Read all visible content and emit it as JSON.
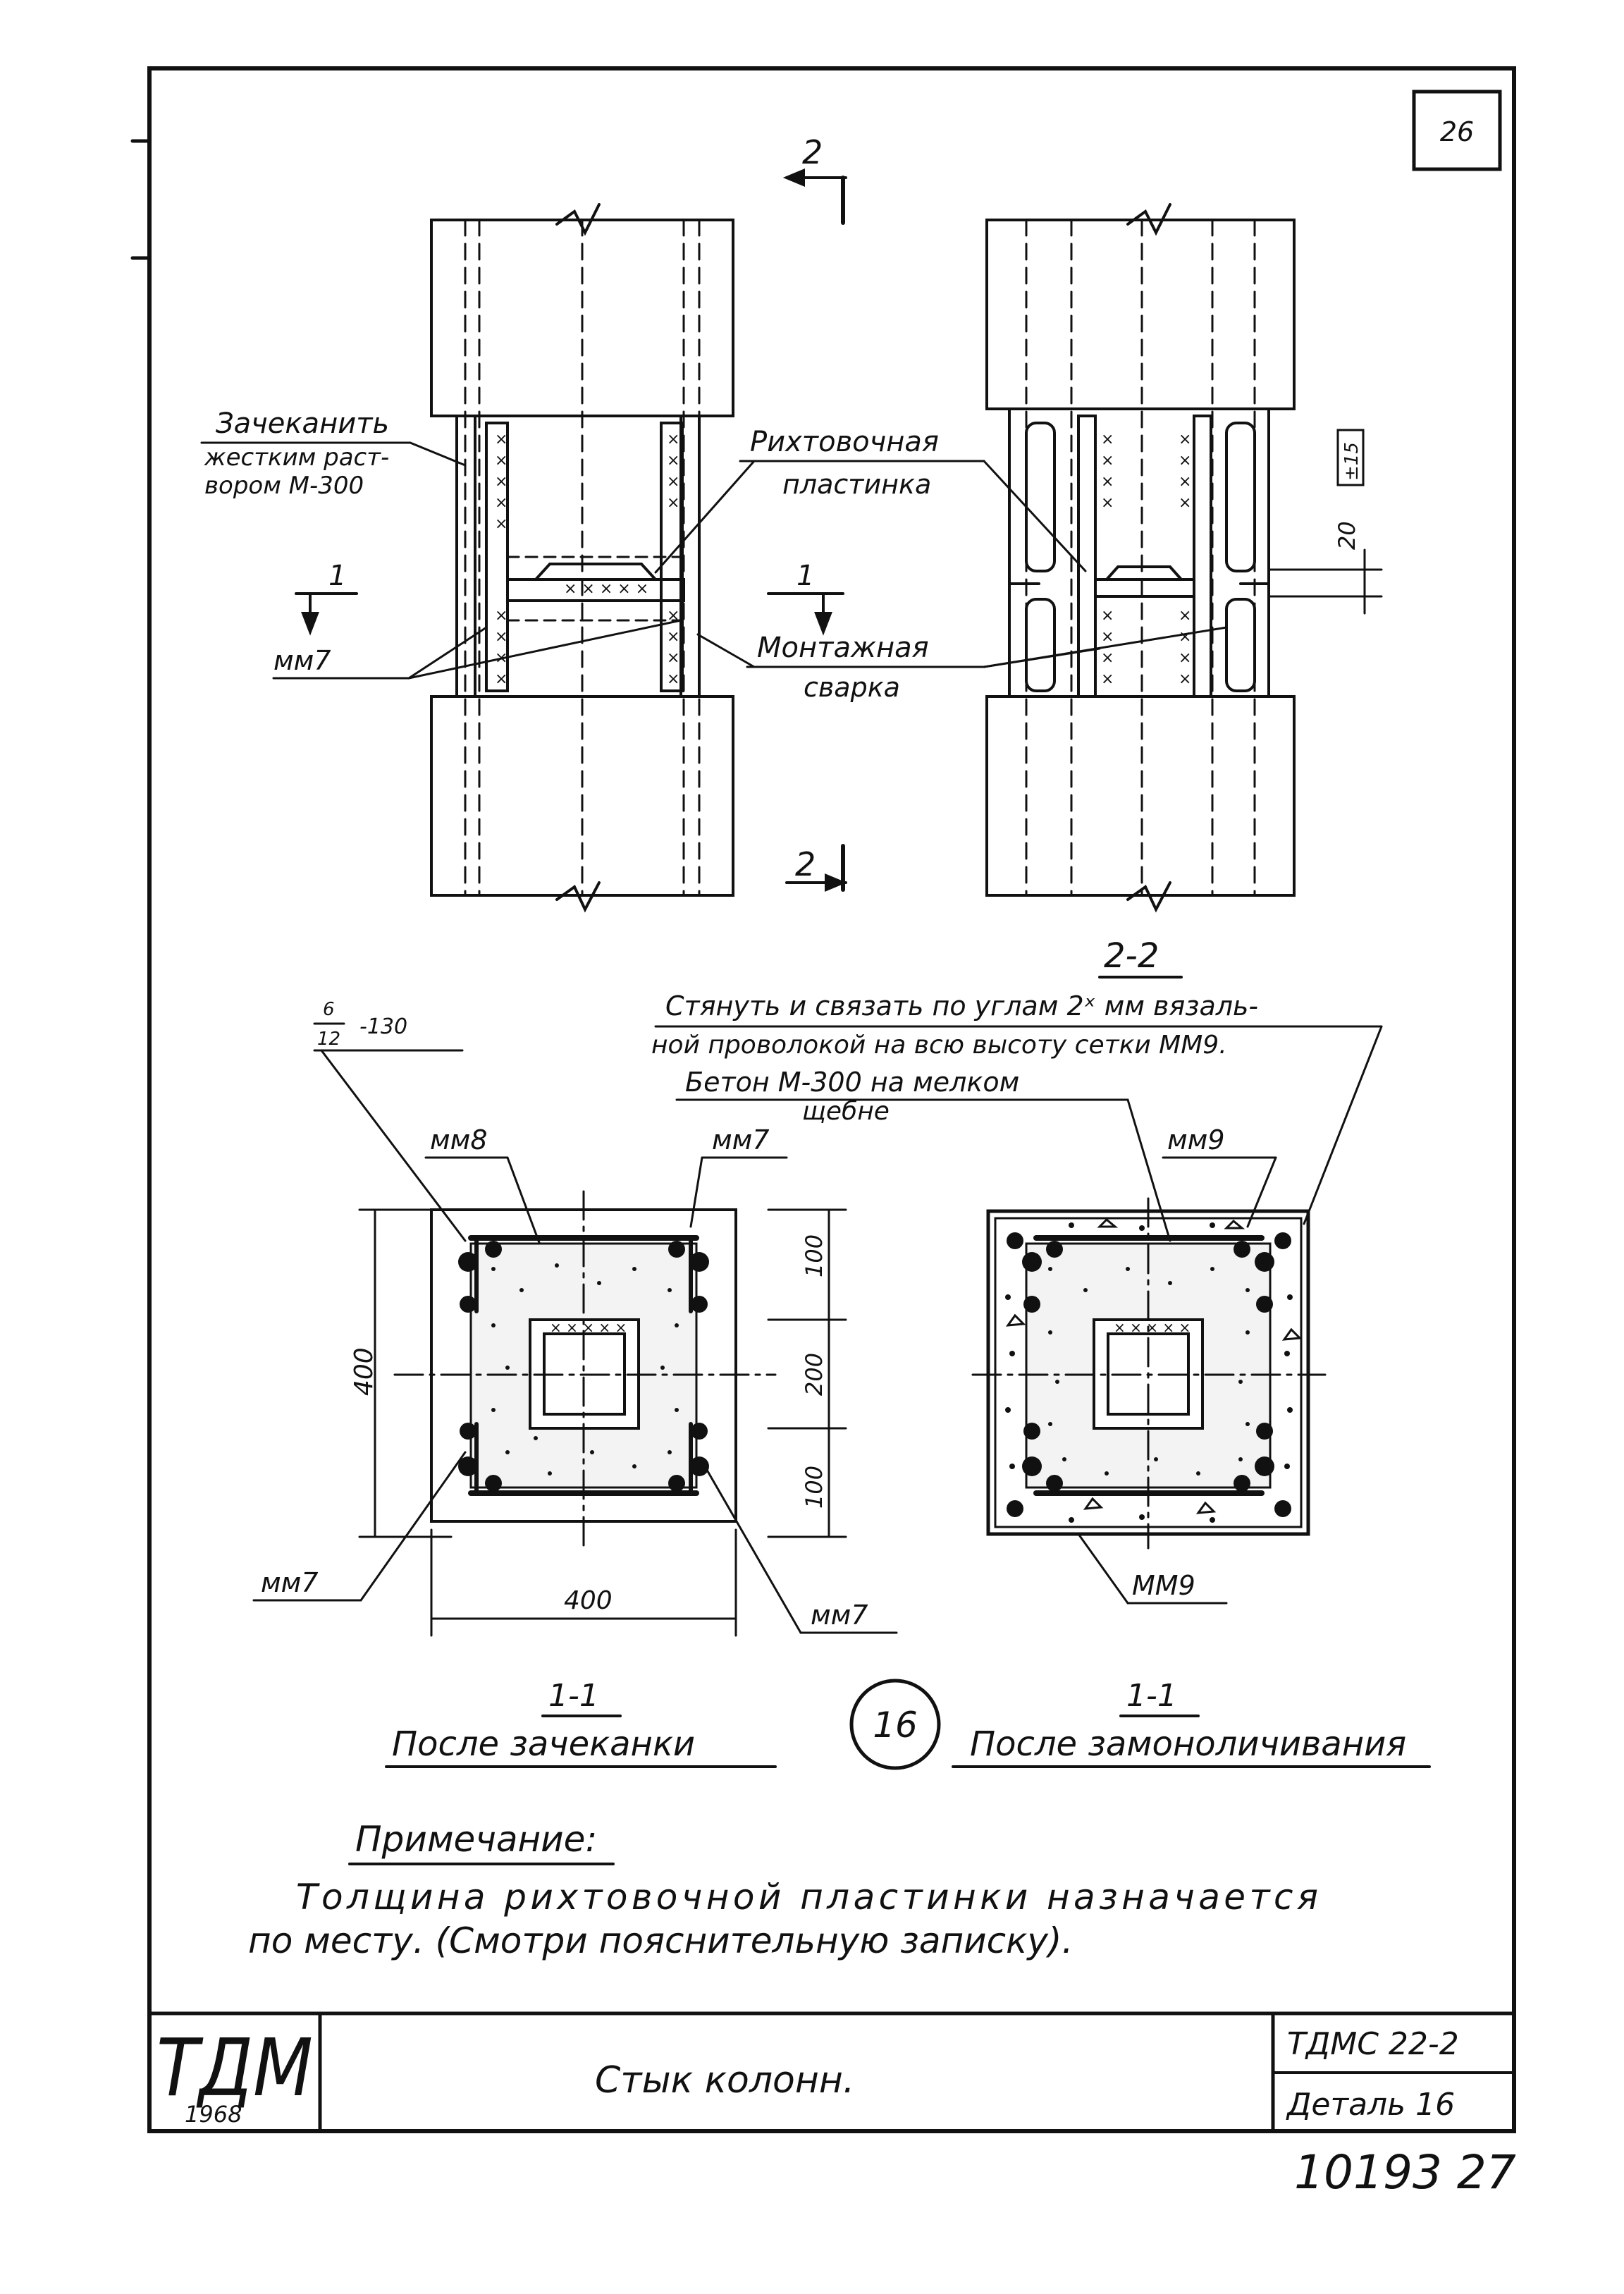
{
  "sheet": {
    "page_number": "26",
    "detail_number": "16",
    "inventory_number": "10193 27"
  },
  "elevation": {
    "section_mark": "2",
    "section_mark_bottom": "2",
    "cut_mark": "1",
    "cut_mark_right": "1",
    "callout_caulk": [
      "Зачеканить",
      "жестким раст-",
      "вором М-300"
    ],
    "callout_plate": [
      "Рихтовочная",
      "пластинка"
    ],
    "callout_weld": [
      "Монтажная",
      "сварка"
    ],
    "callout_mm7": "мм7",
    "dim_gap": "20",
    "dim_gap_tol": "±15"
  },
  "section22": {
    "title": "2-2"
  },
  "plan_left": {
    "rebar_label_num": "6",
    "rebar_label_den": "12",
    "rebar_label_tail": "-130",
    "mm8": "мм8",
    "mm7_top": "мм7",
    "mm7_left": "мм7",
    "mm7_right": "мм7",
    "dim_width": "400",
    "dim_height": "400",
    "dim_top": "100",
    "dim_mid": "200",
    "dim_bottom": "100",
    "title_num": "1-1",
    "title": "После зачеканки"
  },
  "plan_right": {
    "note_tie": [
      "Стянуть и связать по углам 2ˣ мм вязаль-",
      "ной проволокой на всю высоту сетки ММ9."
    ],
    "note_concrete": [
      "Бетон М-300 на мелком",
      "щебне"
    ],
    "mm9_top": "мм9",
    "mm9_bottom": "ММ9",
    "title_num": "1-1",
    "title": "После замоноличивания"
  },
  "notes": {
    "heading": "Примечание:",
    "lines": [
      "Толщина рихтовочной пластинки назначается",
      "по месту. (Смотри пояснительную записку)."
    ]
  },
  "title_block": {
    "logo": "ТДМ",
    "year": "1968",
    "name": "Стык колонн.",
    "code": "ТДМС 22-2",
    "detail": "Деталь 16"
  }
}
